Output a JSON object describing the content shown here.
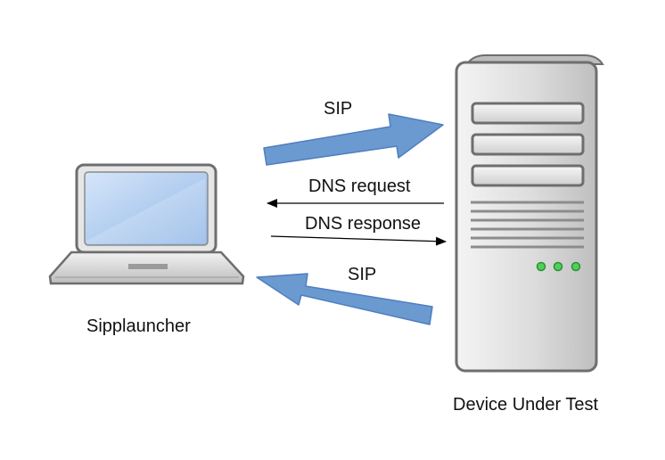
{
  "nodes": {
    "client": {
      "label": "Sipplauncher",
      "icon": "laptop-icon"
    },
    "server": {
      "label": "Device Under Test",
      "icon": "server-tower-icon"
    }
  },
  "edges": [
    {
      "label": "SIP",
      "from": "client",
      "to": "server",
      "style": "thick-blue-arrow"
    },
    {
      "label": "DNS request",
      "from": "server",
      "to": "client",
      "style": "thin-black-arrow"
    },
    {
      "label": "DNS response",
      "from": "client",
      "to": "server",
      "style": "thin-black-arrow"
    },
    {
      "label": "SIP",
      "from": "server",
      "to": "client",
      "style": "thick-blue-arrow"
    }
  ],
  "colors": {
    "thick_arrow_fill": "#6b9ad0",
    "thick_arrow_stroke": "#4f7fbf",
    "thin_arrow": "#000000",
    "device_body": "#d9d9d9",
    "device_outline": "#6e6e6e",
    "screen_fill": "#a9c8ef",
    "status_led": "#4fd05a"
  }
}
